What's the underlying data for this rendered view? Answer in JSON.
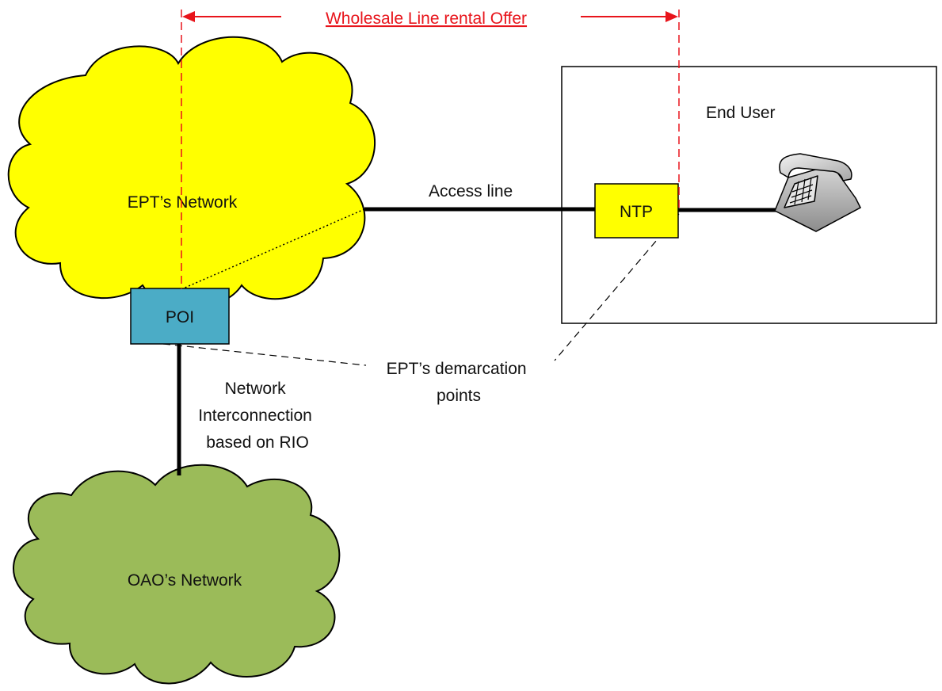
{
  "offer_span": {
    "label": "Wholesale Line rental Offer",
    "color": "#e8141b"
  },
  "end_user": {
    "label": "End User"
  },
  "ept_network": {
    "label": "EPT’s Network",
    "color": "#ffff00"
  },
  "oao_network": {
    "label": "OAO’s Network",
    "color": "#9bbb59"
  },
  "poi": {
    "label": "POI",
    "color": "#4bacc6"
  },
  "ntp": {
    "label": "NTP",
    "color": "#ffff00"
  },
  "access_line": {
    "label": "Access line"
  },
  "interconnection": {
    "lines": [
      "Network",
      "Interconnection",
      "based on RIO"
    ]
  },
  "demarcation": {
    "lines": [
      "EPT’s demarcation",
      "points"
    ]
  },
  "telephone": {
    "icon": "telephone-icon"
  }
}
